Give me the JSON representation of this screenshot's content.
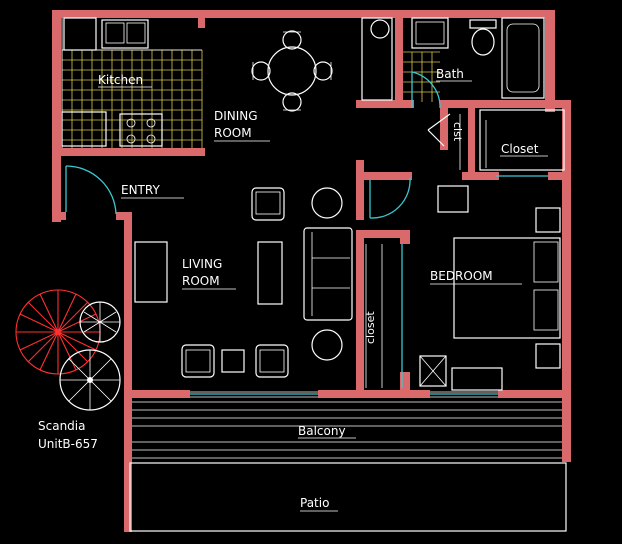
{
  "rooms": {
    "kitchen": "Kitchen",
    "dining_line1": "DINING",
    "dining_line2": "ROOM",
    "bath": "Bath",
    "closet_small": "clst",
    "closet_top": "Closet",
    "entry": "ENTRY",
    "living_line1": "LIVING",
    "living_line2": "ROOM",
    "bedroom": "BEDROOM",
    "closet_vertical": "closet",
    "balcony": "Balcony",
    "patio": "Patio"
  },
  "unit": {
    "line1": "Scandia",
    "line2": "UnitB-657"
  },
  "colors": {
    "wall": "#d9696b",
    "background": "#000000",
    "door_swing": "#3cc8d2",
    "tile_grid": "#d8c64a",
    "tree": "#ff3030"
  }
}
